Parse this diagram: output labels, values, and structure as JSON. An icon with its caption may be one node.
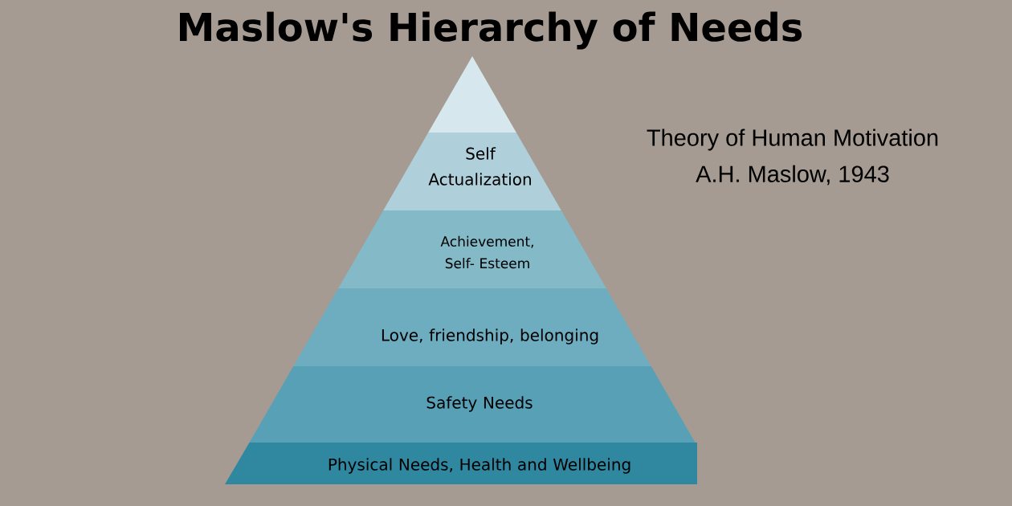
{
  "diagram": {
    "title": "Maslow's Hierarchy of Needs",
    "nodes": [
      {
        "text": [],
        "shape": "triangle"
      },
      {
        "text": [
          "Self Actualization"
        ]
      },
      {
        "text": [
          "Achievement, Self- Esteem"
        ]
      },
      {
        "text": [
          "Love, friendship, belonging"
        ]
      },
      {
        "text": [
          "Safety Needs"
        ]
      },
      {
        "text": [
          "Physical Needs, Health and Wellbeing"
        ]
      }
    ],
    "labels": [
      "Theory of Human Motivation",
      "A.H. Maslow, 1943"
    ]
  }
}
